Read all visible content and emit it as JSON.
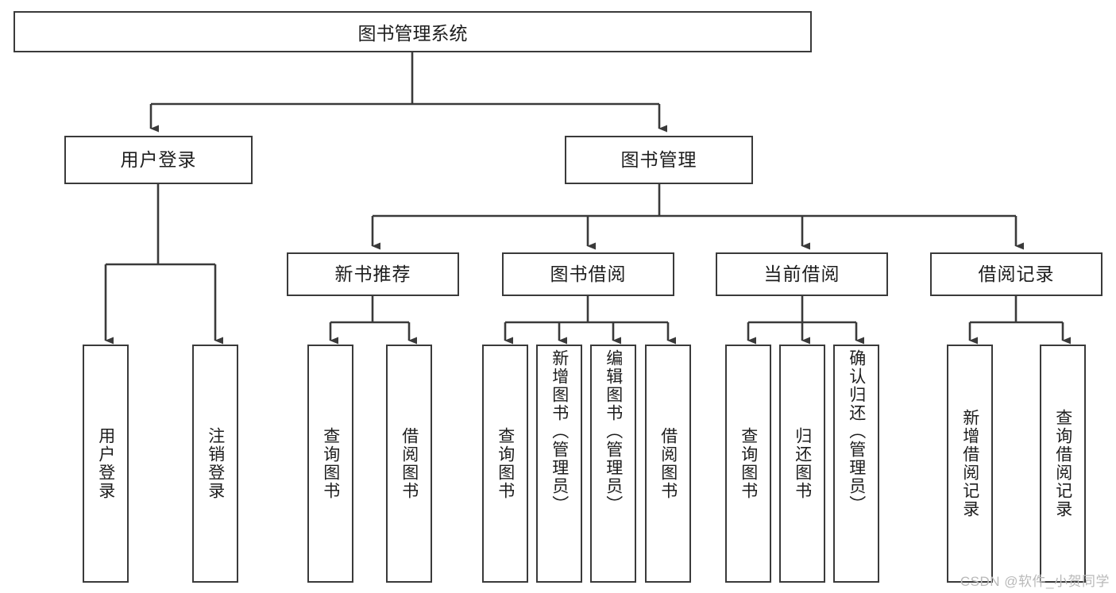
{
  "diagram": {
    "title": "图书管理系统",
    "type": "tree-hierarchy-diagram",
    "watermark": "CSDN @软件_小贺同学",
    "colors": {
      "stroke": "#3a3a3a",
      "fill": "#ffffff",
      "text": "#1d1d1d",
      "watermark": "#b9b9b9"
    },
    "root": {
      "label": "图书管理系统"
    },
    "level2": [
      {
        "id": "user-login",
        "label": "用户登录"
      },
      {
        "id": "book-management",
        "label": "图书管理"
      }
    ],
    "level3": [
      {
        "id": "new-book-recommend",
        "label": "新书推荐"
      },
      {
        "id": "book-borrow",
        "label": "图书借阅"
      },
      {
        "id": "current-borrow",
        "label": "当前借阅"
      },
      {
        "id": "borrow-record",
        "label": "借阅记录"
      }
    ],
    "leaves": {
      "user_login": [
        {
          "id": "leaf-user-login",
          "label": "用户登录"
        },
        {
          "id": "leaf-logout",
          "label": "注销登录"
        }
      ],
      "new_book_recommend": [
        {
          "id": "leaf-query-book-1",
          "label": "查询图书"
        },
        {
          "id": "leaf-borrow-book-1",
          "label": "借阅图书"
        }
      ],
      "book_borrow": [
        {
          "id": "leaf-query-book-2",
          "label": "查询图书"
        },
        {
          "id": "leaf-add-book",
          "label": "新增图书（管理员）"
        },
        {
          "id": "leaf-edit-book",
          "label": "编辑图书（管理员）"
        },
        {
          "id": "leaf-borrow-book-2",
          "label": "借阅图书"
        }
      ],
      "current_borrow": [
        {
          "id": "leaf-query-book-3",
          "label": "查询图书"
        },
        {
          "id": "leaf-return-book",
          "label": "归还图书"
        },
        {
          "id": "leaf-confirm-return",
          "label": "确认归还（管理员）"
        }
      ],
      "borrow_record": [
        {
          "id": "leaf-add-record",
          "label": "新增借阅记录"
        },
        {
          "id": "leaf-query-record",
          "label": "查询借阅记录"
        }
      ]
    }
  }
}
